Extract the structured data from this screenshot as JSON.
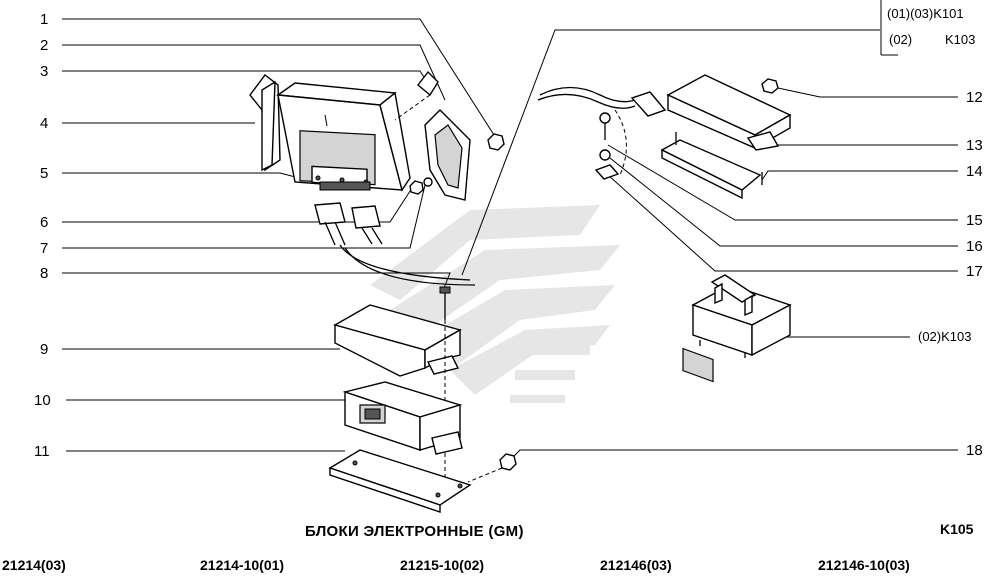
{
  "callouts": [
    "1",
    "2",
    "3",
    "4",
    "5",
    "6",
    "7",
    "8",
    "9",
    "10",
    "11",
    "12",
    "13",
    "14",
    "15",
    "16",
    "17",
    "18"
  ],
  "legend": {
    "row1": "(01)(03)K101",
    "row2_code": "(02)",
    "row2_part": "K103"
  },
  "variant_label": "(02)K103",
  "title": "БЛОКИ ЭЛЕКТРОННЫЕ (GM)",
  "page_code": "K105",
  "models": [
    "21214(03)",
    "21214-10(01)",
    "21215-10(02)",
    "212146(03)",
    "212146-10(03)"
  ]
}
